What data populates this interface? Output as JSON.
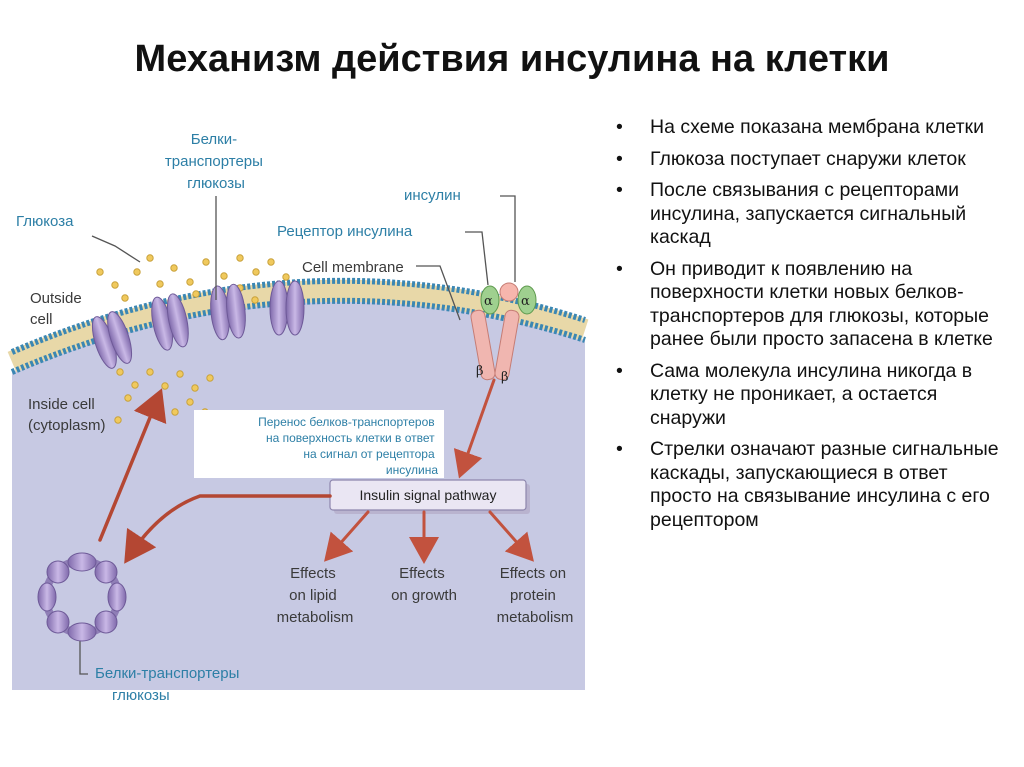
{
  "title": "Механизм действия инсулина на клетки",
  "labels": {
    "transporters_top": [
      "Белки-",
      "транспортеры",
      "глюкозы"
    ],
    "glucose": "Глюкоза",
    "insulin": "инсулин",
    "receptor": "Рецептор инсулина",
    "cell_membrane": "Cell membrane",
    "outside_cell": [
      "Outside",
      "cell"
    ],
    "inside_cell": [
      "Inside cell",
      "(cytoplasm)"
    ],
    "alpha": "α",
    "beta": "β",
    "transfer_note": [
      "Перенос белков-транспортеров",
      "на поверхность клетки  в ответ",
      "на сигнал от рецептора",
      "инсулина"
    ],
    "pathway": "Insulin signal pathway",
    "effect_lipid": [
      "Effects",
      "on lipid",
      "metabolism"
    ],
    "effect_growth": [
      "Effects",
      "on growth"
    ],
    "effect_protein": [
      "Effects on",
      "protein",
      "metabolism"
    ],
    "transporters_bottom": [
      "Белки-транспортеры",
      "глюкозы"
    ]
  },
  "bullets": [
    "На схеме показана мембрана клетки",
    "Глюкоза поступает снаружи клеток",
    "После связывания с рецепторами инсулина, запускается сигнальный каскад",
    "Он приводит к появлению на поверхности клетки новых белков-транспортеров для глюкозы, которые ранее были просто запасена в клетке",
    "Сама молекула инсулина никогда в клетку не проникает, а остается снаружи",
    "Стрелки означают разные сигнальные каскады, запускающиеся в ответ просто на связывание инсулина с его рецептором"
  ],
  "colors": {
    "cytoplasm": "#c7c9e3",
    "membrane_tail": "#e8d8a8",
    "membrane_head": "#3b87b3",
    "transporter": "#a48fc6",
    "glucose": "#f0c95d",
    "receptor": "#f0b6b0",
    "alpha": "#9fd08f",
    "insulin": "#f6b6ad",
    "arrow": "#c2523e",
    "label_blue": "#2d7fa6"
  }
}
